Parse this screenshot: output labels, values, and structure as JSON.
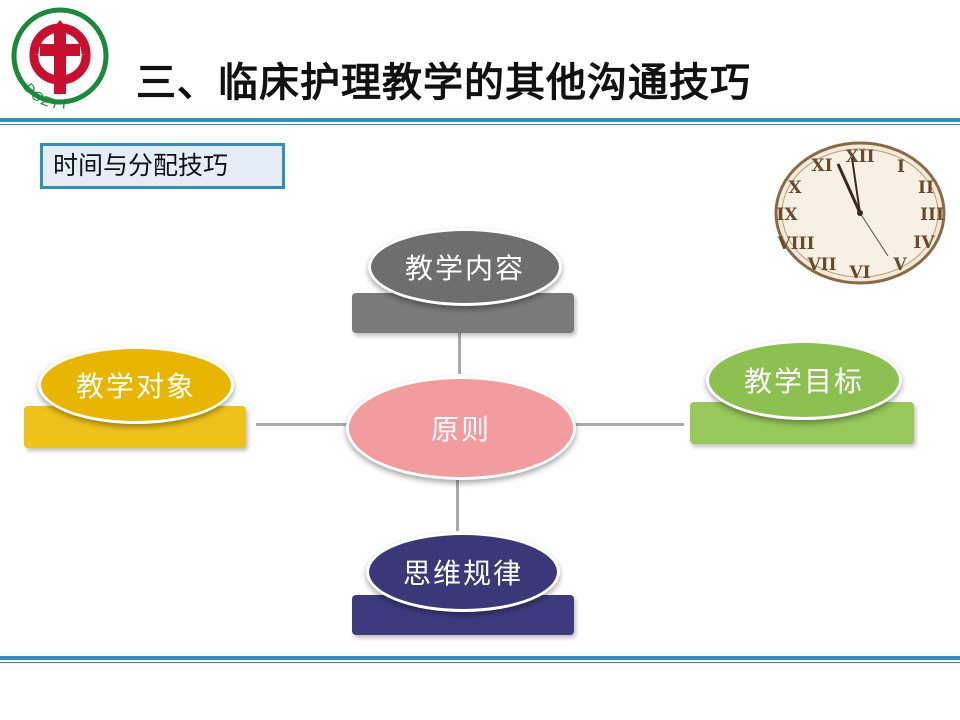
{
  "header": {
    "title": "三、临床护理教学的其他沟通技巧",
    "logo": {
      "text": "DGZYY",
      "icon": "hospital-cross-logo"
    }
  },
  "section": {
    "subtitle": "时间与分配技巧"
  },
  "clock": {
    "icon": "roman-numeral-clock-icon"
  },
  "diagram": {
    "center": {
      "label": "原则",
      "color": "#f29c9f"
    },
    "top": {
      "label": "教学内容",
      "color": "#6e6e6e"
    },
    "left": {
      "label": "教学对象",
      "color": "#e8b600"
    },
    "right": {
      "label": "教学目标",
      "color": "#8cc152"
    },
    "bottom": {
      "label": "思维规律",
      "color": "#3a3878"
    }
  }
}
